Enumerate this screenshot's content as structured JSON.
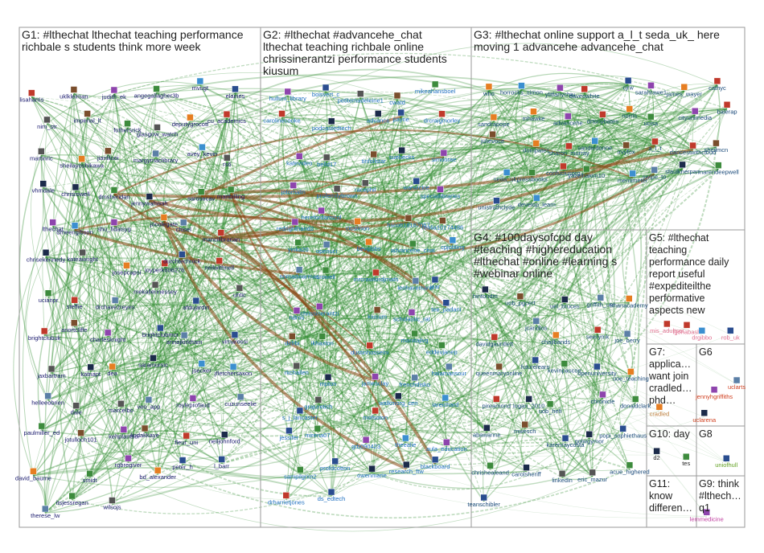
{
  "groups": [
    {
      "id": "G1",
      "lines": [
        "G1: #lthechat lthechat teaching performance",
        "richbale s students think more week"
      ]
    },
    {
      "id": "G2",
      "lines": [
        "G2: #lthechat #advancehe_chat",
        "lthechat teaching richbale online",
        "chrissinerantzi performance students",
        "kiusum"
      ]
    },
    {
      "id": "G3",
      "lines": [
        "G3: #lthechat online support a_l_t seda_uk_ here",
        "moving 1 advancehe advancehe_chat"
      ]
    },
    {
      "id": "G4",
      "lines": [
        "G4: #100daysofcpd day",
        "#teaching #highereducation",
        "#lthechat #online #learning s",
        "#webinar online"
      ]
    },
    {
      "id": "G5",
      "lines": [
        "G5: #lthechat",
        "teaching",
        "performance daily",
        "report useful",
        "#expediteilthe",
        "performative",
        "aspects new"
      ]
    },
    {
      "id": "G6",
      "lines": [
        "G6"
      ]
    },
    {
      "id": "G7",
      "lines": [
        "G7:",
        "applica…",
        "want join",
        "cradled…",
        "phd…"
      ]
    },
    {
      "id": "G8",
      "lines": [
        "G8"
      ]
    },
    {
      "id": "G9",
      "lines": [
        "G9: think",
        "#lthech…",
        "q1"
      ]
    },
    {
      "id": "G10",
      "lines": [
        "G10: day"
      ]
    },
    {
      "id": "G11",
      "lines": [
        "G11:",
        "know",
        "differen…"
      ]
    }
  ],
  "nodes": {
    "G1": [
      "lisaharris",
      "uklkleiman",
      "judith_ek",
      "angegallagher3b",
      "mvugt",
      "elaines",
      "nim_str",
      "imperial_lt",
      "fothersrick",
      "glasgow_watch",
      "deputygrocott",
      "cu_academics",
      "martinric",
      "sheilayoshikawa",
      "jianliluoi",
      "margymaclibrary",
      "avey_kevin",
      "rs6",
      "vhmdale",
      "chrisrowell",
      "dmsheridan",
      "jennywahwah",
      "sarosecav",
      "martbilling",
      "lthechat",
      "drneengibson",
      "shu_fidaisyg",
      "jocolegate",
      "chisel",
      "mancilibrarian",
      "chrisekennedy",
      "kateawright",
      "josepcapsi",
      "joyperk606276",
      "durchtechnick",
      "neilwithnell",
      "ucianpr",
      "steffie",
      "drchavezreyes",
      "mekallennessey",
      "afdujardin",
      "uhtic",
      "brightclubuk",
      "anortcliffe",
      "charlesknight",
      "brightclubmcr",
      "annajkirkham",
      "virnarossi",
      "jaxbartram",
      "katnapt",
      "dea",
      "saramursic",
      "jsecker",
      "jfletchersaxon",
      "helleeobrien",
      "dale",
      "marcelbo",
      "veo_app",
      "royleprofaud",
      "cuzunseelie",
      "paulmiller_ed",
      "jotulloch101",
      "kehplantsci",
      "lindakkaye",
      "fleur_uni",
      "neiljohnford",
      "david_baume",
      "smidt",
      "rgbregiver",
      "bd_alexander",
      "peter_h",
      "l_barr",
      "therese_lw",
      "itsjessregan",
      "wilsojs"
    ],
    "G2": [
      "hulluni_library",
      "boisvert_c",
      "petitemadeleine1",
      "cwatd",
      "mikeahansboel",
      "carolinecooke",
      "podcastedtech",
      "advance",
      "payne",
      "drcraigmorley",
      "katevideo",
      "belld17",
      "tinfoilstar",
      "suebecks",
      "simonrae",
      "jotomalin",
      "profemilybrown",
      "racephil",
      "warwickie",
      "speciallibraries",
      "redrighthand2",
      "herefordartscol",
      "cicsimon",
      "hscott18187067",
      "realia10174486",
      "yinka20",
      "openuci",
      "bevgibbs",
      "advancehe_chat",
      "cpjobling",
      "nomadwarmac",
      "srowell",
      "mrcrawfordjmath",
      "leohavemann",
      "jear",
      "ndros",
      "chrissinerantzi",
      "kiusum",
      "scholastic_rat",
      "tee_padani",
      "debbi",
      "ikhaxton",
      "dustinhosseini",
      "manitajlvg",
      "eddevjanep",
      "rkchallen",
      "mpton",
      "jamesclay",
      "frenchdisko",
      "halamansour",
      "s_j_lancaster",
      "grajuretich",
      "mofsoton",
      "walkmorg_ceri",
      "iareichard",
      "jessifer",
      "mirena07",
      "grb090423",
      "theealie",
      "aula_education",
      "sampilgrim2",
      "profdcotton",
      "owenmarie",
      "research_ftw",
      "blackboard",
      "drharrietjones",
      "ds_edtech"
    ],
    "G3": [
      "who",
      "horrocks_simon",
      "ylitfanychiu",
      "daveowhite",
      "cjrw",
      "sarahrawe1",
      "james_wayer",
      "cathyc",
      "sandrapope",
      "mhawke",
      "advancehe",
      "drtonybates",
      "norris",
      "ucisa",
      "cityunimedia",
      "balerap",
      "julievoce",
      "dompates",
      "sharon_murray",
      "sandiedonne",
      "irvyfox",
      "a_l_t",
      "dancestwithcloud",
      "sheilmcn",
      "seda_uk_",
      "pressbooks",
      "confuciusorg",
      "yazelhakim10",
      "mentimeter",
      "swipe_to",
      "sfaulknerpan",
      "marendeepwell",
      "unistrathclyde",
      "develop_learn"
    ],
    "G4": [
      "hintondm",
      "uob_pgcert",
      "uel_bruces",
      "griffith_uni",
      "khanacademy",
      "davidgauntlett",
      "jcandlos",
      "chajlbands",
      "seerymk",
      "joe_berry",
      "queenmaryonline",
      "futurelearn",
      "kevinpascoe",
      "openuniversity",
      "uoe_teaching",
      "pireamond",
      "logan_2010",
      "uob_hefi",
      "chronicle",
      "donaldclark",
      "abawanne",
      "mwesch",
      "karenraycosta",
      "golwgymor",
      "popi_sophiethaus",
      "chrishealeand",
      "carolsheriff",
      "linkedin",
      "eric_mazur",
      "acue_highered",
      "teanschibler"
    ],
    "G5": [
      "mis_adultser",
      "lgonabash",
      "drgibbo",
      "rob_uk"
    ],
    "G6": [
      "jennyhgriffiths",
      "uclarts",
      "uclarena"
    ],
    "G7": [
      "cradled"
    ],
    "G8": [
      "uniofhull"
    ],
    "G9": [
      "lemmedicine"
    ],
    "G10": [
      "d2",
      "tes"
    ],
    "G11": []
  }
}
